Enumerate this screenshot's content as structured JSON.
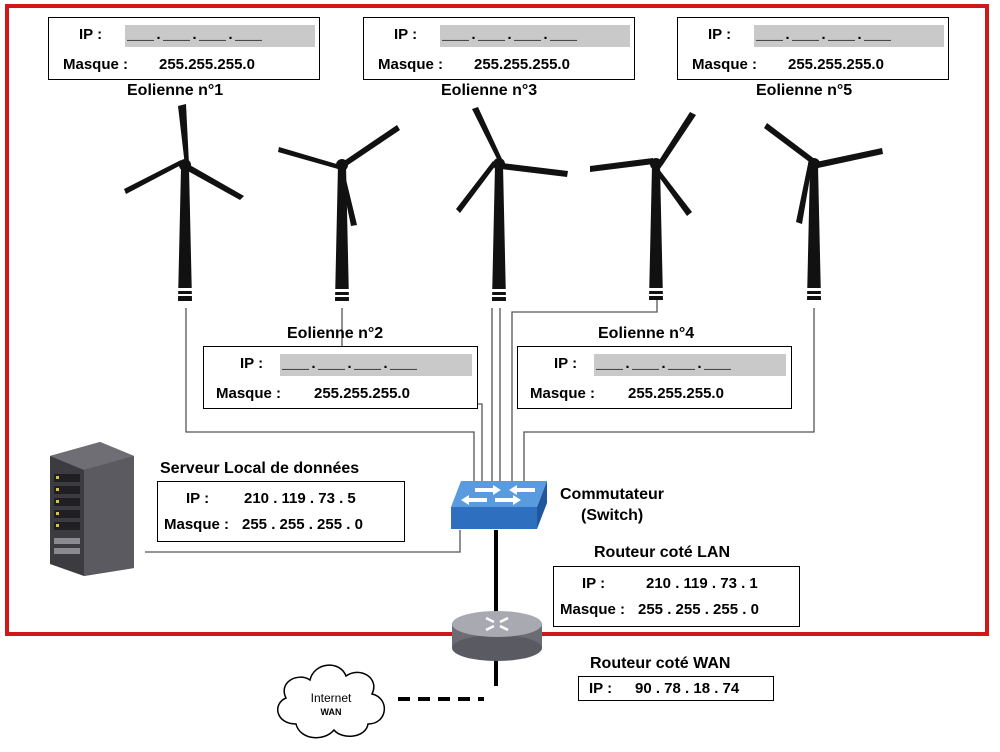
{
  "turbines": [
    {
      "title": "Eolienne n°1",
      "ip_label": "IP :",
      "ip_value": "___.___.___.___",
      "mask_label": "Masque :",
      "mask_value": "255.255.255.0"
    },
    {
      "title": "Eolienne n°2",
      "ip_label": "IP :",
      "ip_value": "___.___.___.___",
      "mask_label": "Masque :",
      "mask_value": "255.255.255.0"
    },
    {
      "title": "Eolienne n°3",
      "ip_label": "IP :",
      "ip_value": "___.___.___.___",
      "mask_label": "Masque :",
      "mask_value": "255.255.255.0"
    },
    {
      "title": "Eolienne n°4",
      "ip_label": "IP :",
      "ip_value": "___.___.___.___",
      "mask_label": "Masque :",
      "mask_value": "255.255.255.0"
    },
    {
      "title": "Eolienne n°5",
      "ip_label": "IP :",
      "ip_value": "___.___.___.___",
      "mask_label": "Masque :",
      "mask_value": "255.255.255.0"
    }
  ],
  "server": {
    "title": "Serveur Local de données",
    "ip_label": "IP :",
    "ip_value": "210 . 119 . 73 . 5",
    "mask_label": "Masque :",
    "mask_value": "255 . 255 . 255 . 0"
  },
  "switch": {
    "line1": "Commutateur",
    "line2": "(Switch)"
  },
  "router_lan": {
    "title": "Routeur coté LAN",
    "ip_label": "IP :",
    "ip_value": "210 . 119 . 73 . 1",
    "mask_label": "Masque :",
    "mask_value": "255 . 255 . 255 . 0"
  },
  "router_wan": {
    "title": "Routeur coté WAN",
    "ip_label": "IP :",
    "ip_value": "90 . 78 . 18 . 74"
  },
  "internet": {
    "line1": "Internet",
    "line2": "WAN"
  },
  "colors": {
    "frame": "#d01818",
    "switch": "#3b7fd0",
    "router": "#8e8e96"
  }
}
